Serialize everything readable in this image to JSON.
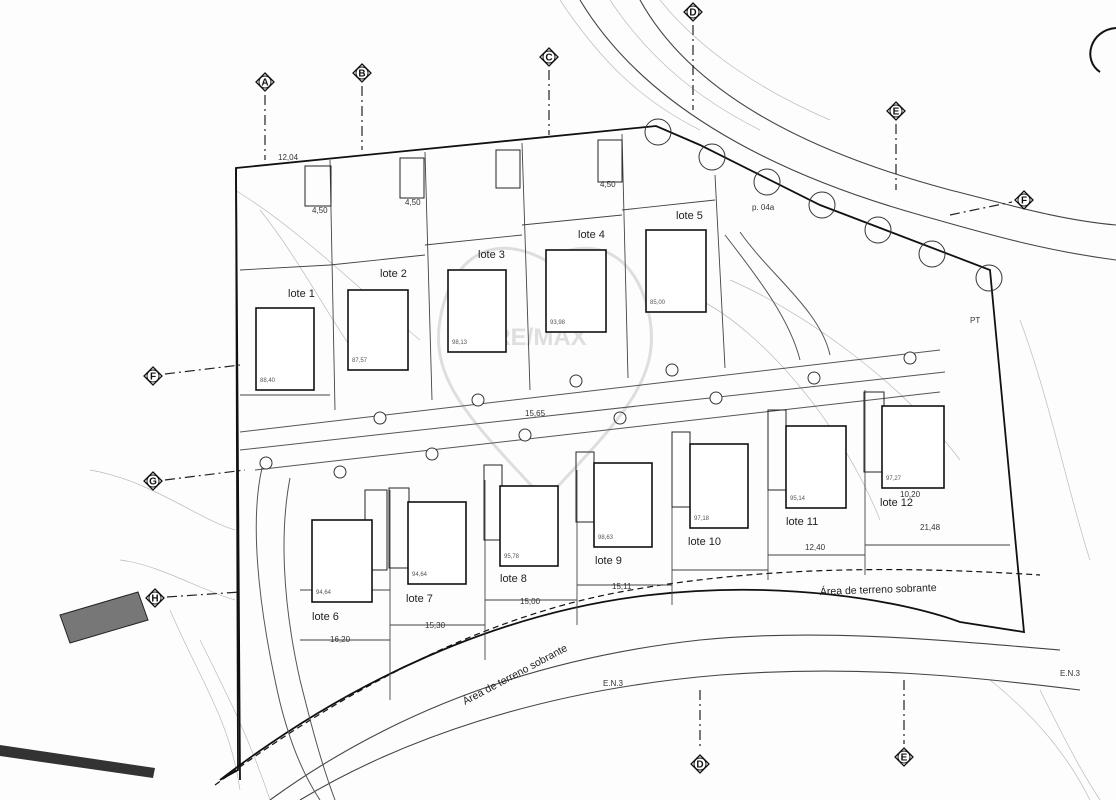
{
  "plan": {
    "lots": [
      {
        "label": "lote 1",
        "area": "88,40"
      },
      {
        "label": "lote 2",
        "area": "87,57"
      },
      {
        "label": "lote 3",
        "area": "98,13"
      },
      {
        "label": "lote 4",
        "area": "93,98"
      },
      {
        "label": "lote 5",
        "area": "85,00"
      },
      {
        "label": "lote 6",
        "area": "94,64"
      },
      {
        "label": "lote 7",
        "area": "94,64"
      },
      {
        "label": "lote 8",
        "area": "95,78"
      },
      {
        "label": "lote 9",
        "area": "98,63"
      },
      {
        "label": "lote 10",
        "area": "97,18"
      },
      {
        "label": "lote 11",
        "area": "95,14"
      },
      {
        "label": "lote 12",
        "area": "97,27"
      }
    ],
    "axes": [
      "A",
      "B",
      "C",
      "D",
      "E",
      "F",
      "G",
      "H"
    ],
    "surplus_land_label": "Área de terreno sobrante",
    "surplus_land_label_2": "Área de terreno sobrante",
    "road_label": "E.N.3",
    "road_label_2": "E.N.3",
    "pole_label": "p. 04a",
    "pt_label": "PT",
    "watermark": "RE/MAX",
    "dims": {
      "d1": "4,50",
      "d2": "4,50",
      "d3": "4,50",
      "d4": "12,04",
      "d5": "16,20",
      "d6": "15,30",
      "d7": "15,00",
      "d8": "15,11",
      "d9": "21,48",
      "d10": "15,65",
      "d11": "10,20",
      "d12": "12,40"
    }
  }
}
